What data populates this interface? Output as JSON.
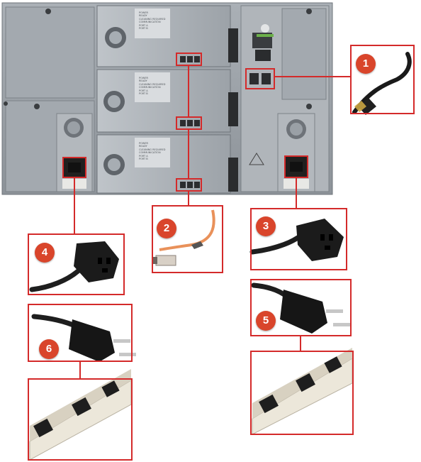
{
  "colors": {
    "callout_fill": "#d9452b",
    "callout_text": "#ffffff",
    "highlight": "#d42a2a",
    "chassis": "#9aa0a6",
    "fiber_cable": "#e9915a",
    "power_cord": "#1e1e1e",
    "power_strip": "#ece7da"
  },
  "callouts": [
    {
      "id": "1",
      "label": "1",
      "item": "ethernet-cable"
    },
    {
      "id": "2",
      "label": "2",
      "item": "fiber-optic-cable"
    },
    {
      "id": "3",
      "label": "3",
      "item": "power-cord-c13-right"
    },
    {
      "id": "4",
      "label": "4",
      "item": "power-cord-c13-left"
    },
    {
      "id": "5",
      "label": "5",
      "item": "power-cord-plug-right"
    },
    {
      "id": "6",
      "label": "6",
      "item": "power-cord-plug-left"
    }
  ],
  "module_labels": [
    "POWER",
    "READY",
    "CLEANING REQUIRED",
    "COMMUNICATION",
    "PORT A",
    "PORT B"
  ]
}
